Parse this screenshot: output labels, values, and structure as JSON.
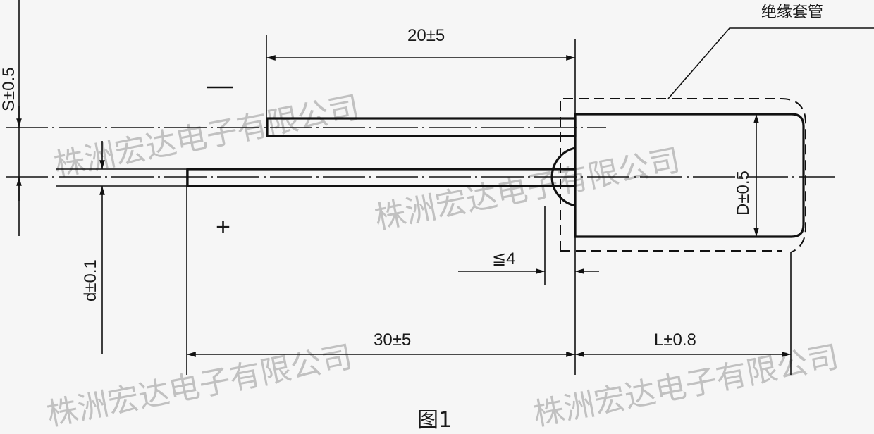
{
  "labels": {
    "s_dim": "S±0.5",
    "d_lead_dim": "d±0.1",
    "lead_20": "20±5",
    "lead_30": "30±5",
    "body_l": "L±0.8",
    "body_d": "D±0.5",
    "le4": "≦4",
    "sleeve": "绝缘套管",
    "minus": "—",
    "plus": "+",
    "caption": "图1"
  },
  "watermark": "株洲宏达电子有限公司"
}
